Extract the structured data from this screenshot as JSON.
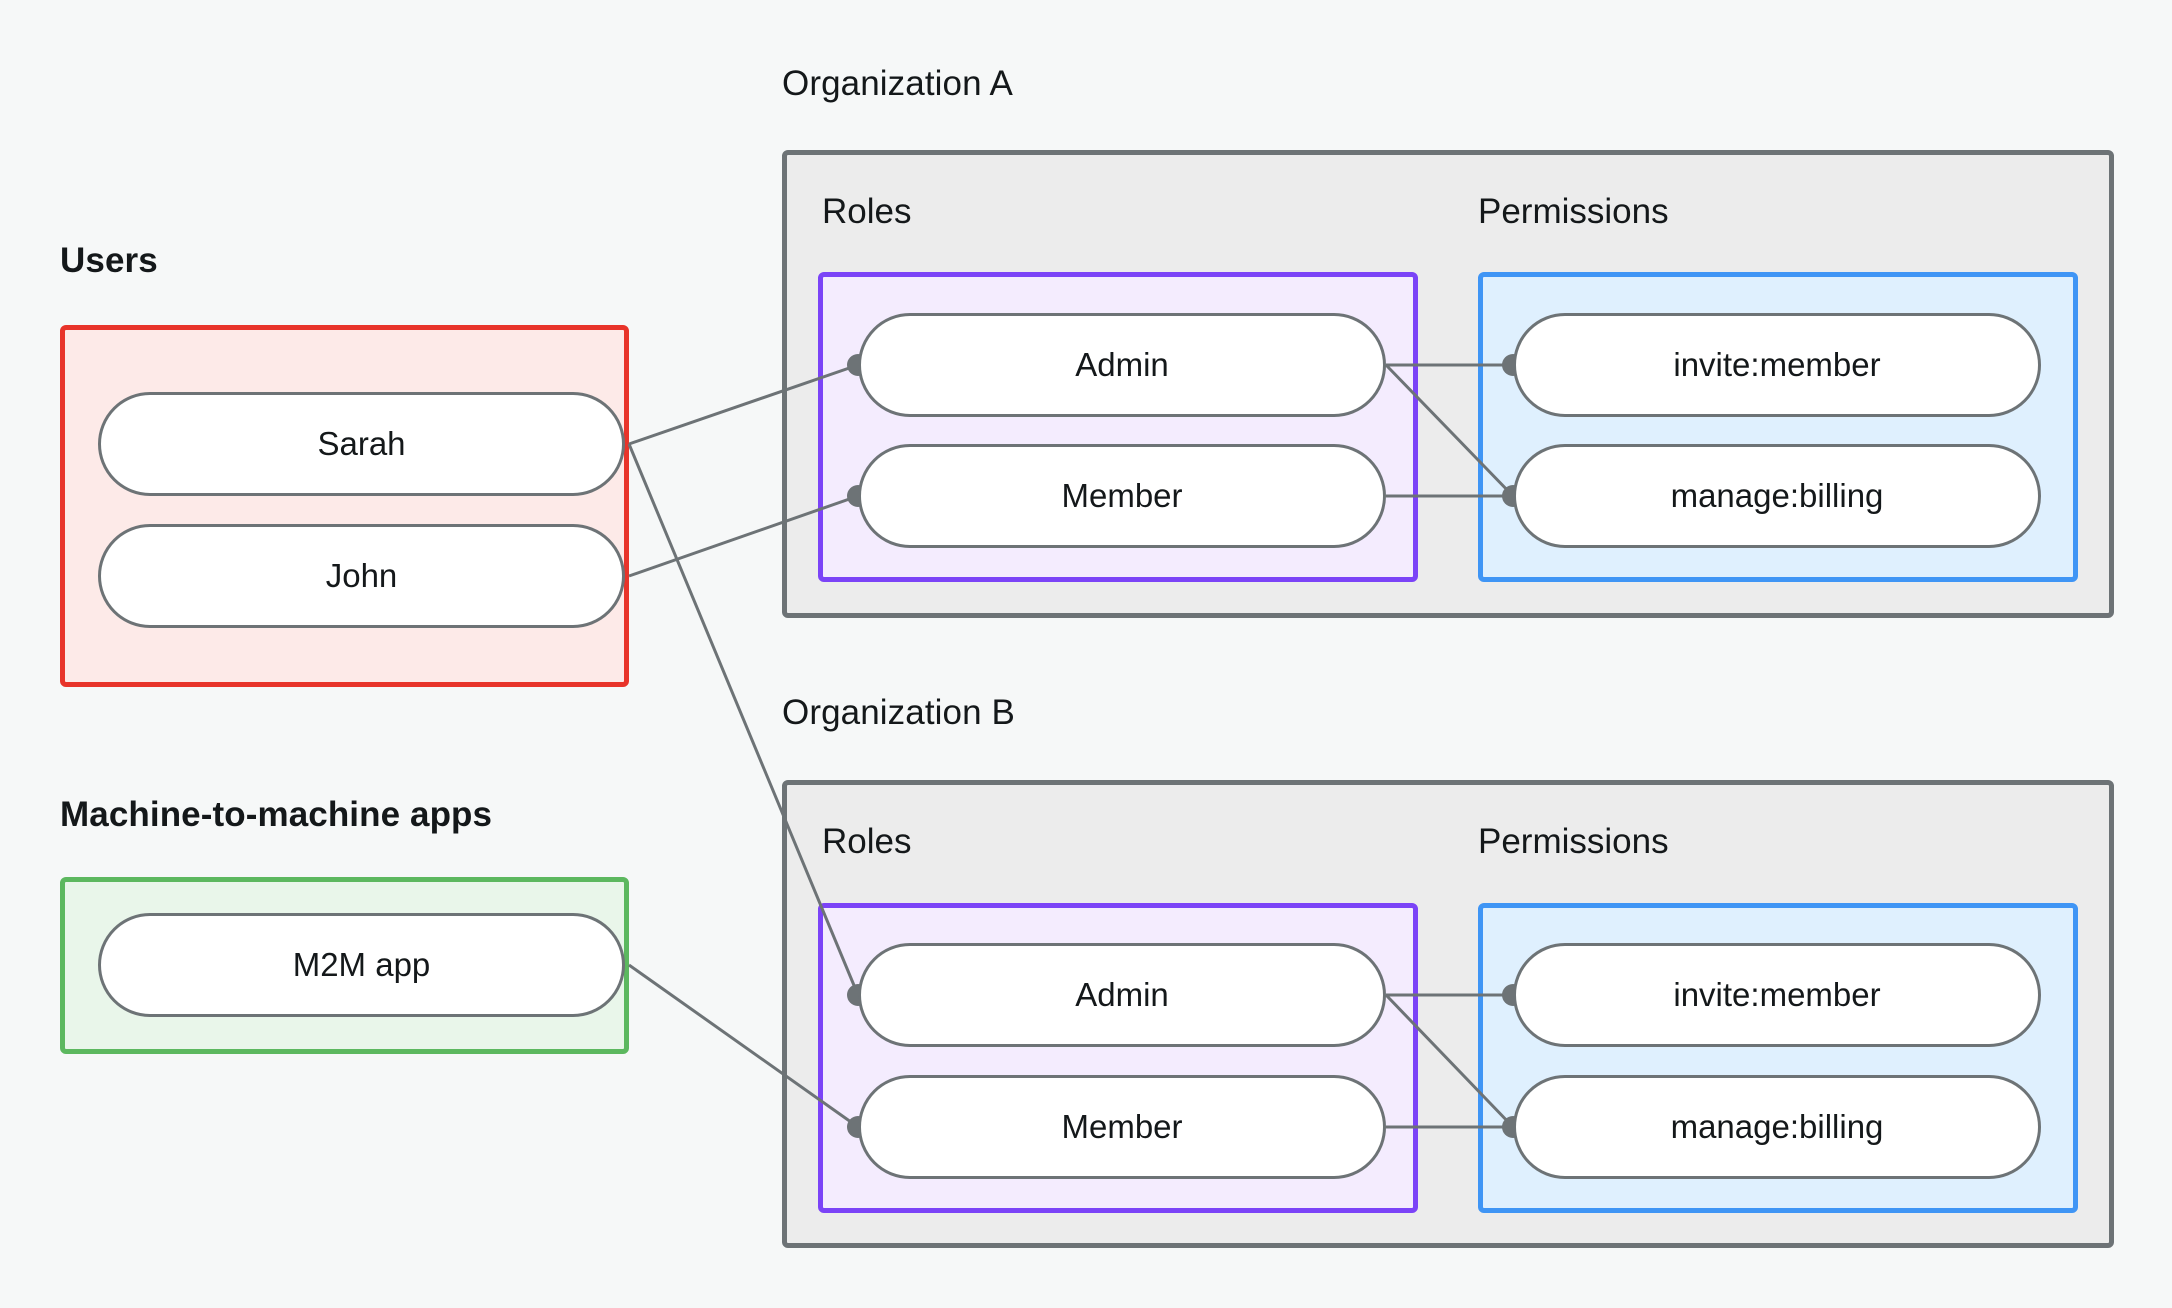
{
  "diagram": {
    "title_users": "Users",
    "title_m2m": "Machine-to-machine apps",
    "title_org_a": "Organization A",
    "title_org_b": "Organization B",
    "label_roles": "Roles",
    "label_permissions": "Permissions",
    "colors": {
      "background": "#f6f8f8",
      "users_border": "#e8342a",
      "users_fill": "#fdeae8",
      "m2m_border": "#5cb85f",
      "m2m_fill": "#e9f6ea",
      "org_border": "#6d7376",
      "org_fill": "#ececec",
      "roles_border": "#7b43f7",
      "roles_fill": "#f4ecfe",
      "permissions_border": "#3f95f5",
      "permissions_fill": "#dff0fe",
      "node_border": "#6d7376",
      "node_fill": "#ffffff",
      "edge": "#6d7376",
      "text": "#14181a"
    },
    "users": [
      {
        "id": "sarah",
        "label": "Sarah"
      },
      {
        "id": "john",
        "label": "John"
      }
    ],
    "m2m_apps": [
      {
        "id": "m2m-app",
        "label": "M2M app"
      }
    ],
    "organizations": [
      {
        "id": "org-a",
        "name": "Organization A",
        "roles": [
          {
            "id": "org-a-admin",
            "label": "Admin"
          },
          {
            "id": "org-a-member",
            "label": "Member"
          }
        ],
        "permissions": [
          {
            "id": "org-a-invite-member",
            "label": "invite:member"
          },
          {
            "id": "org-a-manage-billing",
            "label": "manage:billing"
          }
        ]
      },
      {
        "id": "org-b",
        "name": "Organization B",
        "roles": [
          {
            "id": "org-b-admin",
            "label": "Admin"
          },
          {
            "id": "org-b-member",
            "label": "Member"
          }
        ],
        "permissions": [
          {
            "id": "org-b-invite-member",
            "label": "invite:member"
          },
          {
            "id": "org-b-manage-billing",
            "label": "manage:billing"
          }
        ]
      }
    ],
    "edges": [
      {
        "from": "sarah",
        "to": "org-a-admin"
      },
      {
        "from": "sarah",
        "to": "org-b-admin"
      },
      {
        "from": "john",
        "to": "org-a-member"
      },
      {
        "from": "org-a-admin",
        "to": "org-a-invite-member"
      },
      {
        "from": "org-a-admin",
        "to": "org-a-manage-billing"
      },
      {
        "from": "org-a-member",
        "to": "org-a-manage-billing"
      },
      {
        "from": "m2m-app",
        "to": "org-b-member"
      },
      {
        "from": "org-b-admin",
        "to": "org-b-invite-member"
      },
      {
        "from": "org-b-admin",
        "to": "org-b-manage-billing"
      },
      {
        "from": "org-b-member",
        "to": "org-b-manage-billing"
      }
    ]
  }
}
